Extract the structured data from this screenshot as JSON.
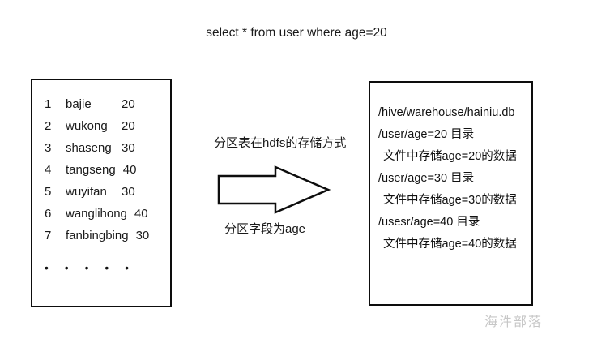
{
  "title": "select * from user where age=20",
  "left_box": {
    "rows": [
      {
        "n": "1",
        "name": "bajie",
        "age": "20"
      },
      {
        "n": "2",
        "name": "wukong",
        "age": "20"
      },
      {
        "n": "3",
        "name": "shaseng",
        "age": "30"
      },
      {
        "n": "4",
        "name": "tangseng",
        "age": "40"
      },
      {
        "n": "5",
        "name": "wuyifan",
        "age": "30"
      },
      {
        "n": "6",
        "name": "wanglihong",
        "age": "40"
      },
      {
        "n": "7",
        "name": "fanbingbing",
        "age": "30"
      }
    ],
    "ellipsis": "• • • • •"
  },
  "middle": {
    "label_top": "分区表在hdfs的存储方式",
    "label_bottom": "分区字段为age",
    "arrow_icon": "right-block-arrow"
  },
  "right_box": {
    "lines": [
      "/hive/warehouse/hainiu.db",
      "/user/age=20 目录",
      "文件中存储age=20的数据",
      "/user/age=30 目录",
      "文件中存储age=30的数据",
      "/usesr/age=40 目录",
      "文件中存储age=40的数据"
    ]
  },
  "watermark": "海汼部落",
  "colors": {
    "background": "#ffffff",
    "text": "#1a1a1a",
    "border": "#0d0d0d",
    "watermark": "#c7c7c7"
  }
}
